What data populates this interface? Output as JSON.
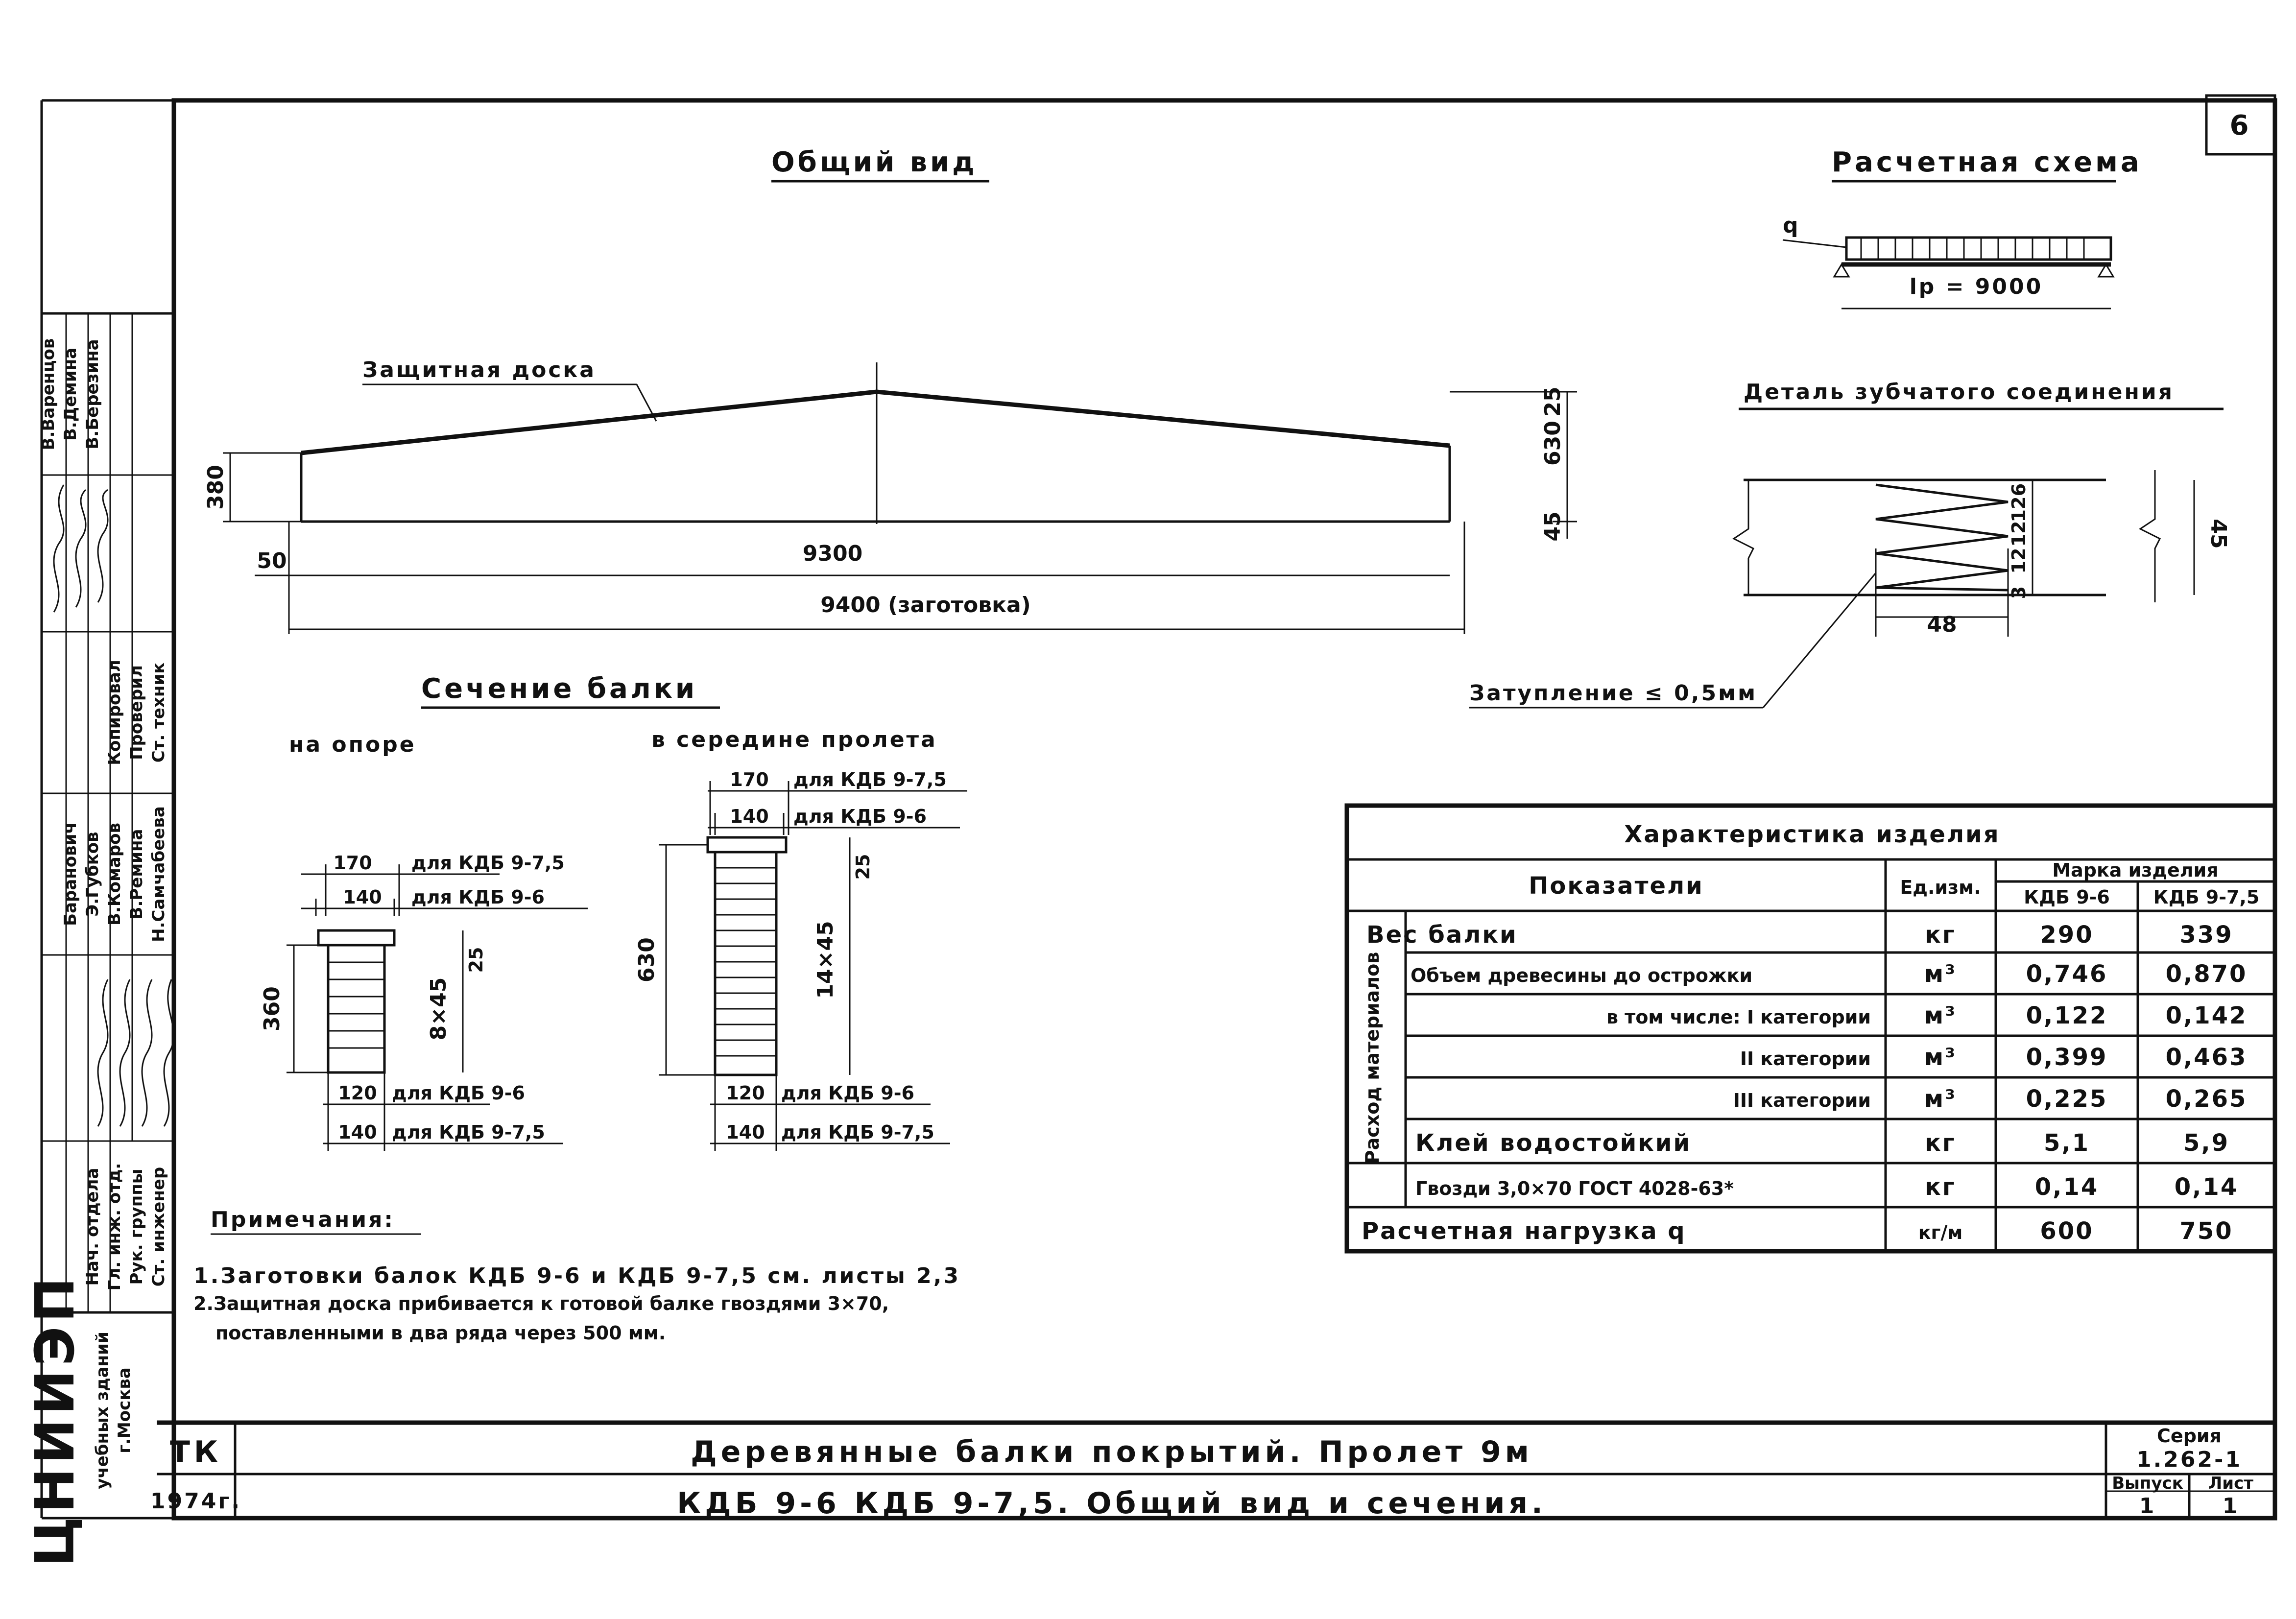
{
  "sheet_mark": "6",
  "general_view": {
    "title": "Общий вид",
    "protective_board_label": "Защитная доска",
    "dim_left_height": "380",
    "dim_right_height": "630",
    "dim_right_top": "25",
    "dim_right_bottom": "45",
    "dim_left_offset": "50",
    "dim_span": "9300",
    "dim_blank": "9400 (заготовка)"
  },
  "calc_scheme": {
    "title": "Расчетная схема",
    "load_label": "q",
    "span_label": "lр = 9000"
  },
  "tooth_detail": {
    "title": "Деталь зубчатого соединения",
    "dims_vertical": [
      "6",
      "12",
      "12",
      "12",
      "3"
    ],
    "dim_height": "45",
    "dim_width": "48",
    "blunting_label": "Затупление ≤ 0,5мм"
  },
  "section": {
    "title": "Сечение балки",
    "at_support": {
      "label": "на опоре",
      "top_170": "170",
      "top_170_note": "для КДБ 9-7,5",
      "top_140": "140",
      "top_140_note": "для КДБ 9-6",
      "height": "360",
      "top_offset": "25",
      "layers": "8×45",
      "bot_120": "120",
      "bot_120_note": "для КДБ 9-6",
      "bot_140": "140",
      "bot_140_note": "для КДБ 9-7,5"
    },
    "mid_span": {
      "label": "в середине пролета",
      "top_170": "170",
      "top_170_note": "для КДБ 9-7,5",
      "top_140": "140",
      "top_140_note": "для КДБ 9-6",
      "height": "630",
      "top_offset": "25",
      "layers": "14×45",
      "bot_120": "120",
      "bot_120_note": "для КДБ 9-6",
      "bot_140": "140",
      "bot_140_note": "для КДБ 9-7,5"
    }
  },
  "characteristics": {
    "title": "Характеристика изделия",
    "col_indicators": "Показатели",
    "col_unit": "Ед.изм.",
    "col_mark": "Марка изделия",
    "col_m1": "КДБ 9-6",
    "col_m2": "КДБ 9-7,5",
    "group_label": "Расход материалов",
    "rows": [
      {
        "name": "Вес балки",
        "unit": "кг",
        "v1": "290",
        "v2": "339"
      },
      {
        "name": "Объем древесины до острожки",
        "unit": "м³",
        "v1": "0,746",
        "v2": "0,870"
      },
      {
        "name": "в том числе: I категории",
        "unit": "м³",
        "v1": "0,122",
        "v2": "0,142"
      },
      {
        "name": "II категории",
        "unit": "м³",
        "v1": "0,399",
        "v2": "0,463"
      },
      {
        "name": "III категории",
        "unit": "м³",
        "v1": "0,225",
        "v2": "0,265"
      },
      {
        "name": "Клей водостойкий",
        "unit": "кг",
        "v1": "5,1",
        "v2": "5,9"
      },
      {
        "name": "Гвозди 3,0×70 ГОСТ 4028-63*",
        "unit": "кг",
        "v1": "0,14",
        "v2": "0,14"
      },
      {
        "name": "Расчетная нагрузка q",
        "unit": "кг/м",
        "v1": "600",
        "v2": "750"
      }
    ]
  },
  "notes": {
    "title": "Примечания:",
    "items": [
      "1.Заготовки балок КДБ 9-6 и КДБ 9-7,5 см. листы 2,3",
      "2.Защитная доска прибивается к готовой балке гвоздями 3×70,",
      "поставленными в два ряда через 500 мм."
    ]
  },
  "title_block": {
    "org_code": "ТК",
    "year": "1974г.",
    "title_line1": "Деревянные балки покрытий. Пролет 9м",
    "title_line2": "КДБ 9-6 КДБ 9-7,5. Общий вид и сечения.",
    "series_label": "Серия",
    "series_value": "1.262-1",
    "issue_label": "Выпуск",
    "issue_value": "1",
    "sheet_label": "Лист",
    "sheet_value": "1"
  },
  "side_stamp": {
    "org_big": "ЦНИИЭП",
    "org_line1": "учебных зданий",
    "org_line2": "г.Москва",
    "roles": [
      "Ст. инженер",
      "Рук. группы",
      "Гл. инж. отд.",
      "Нач. отдела",
      "Ст. техник",
      "Проверил",
      "Копировал"
    ],
    "names": [
      "Н.Самчабеева",
      "В.Ремина",
      "В.Комаров",
      "Э.Губков",
      "Баранович",
      "В.Варенцов",
      "В.Демина",
      "В.Березина"
    ]
  }
}
